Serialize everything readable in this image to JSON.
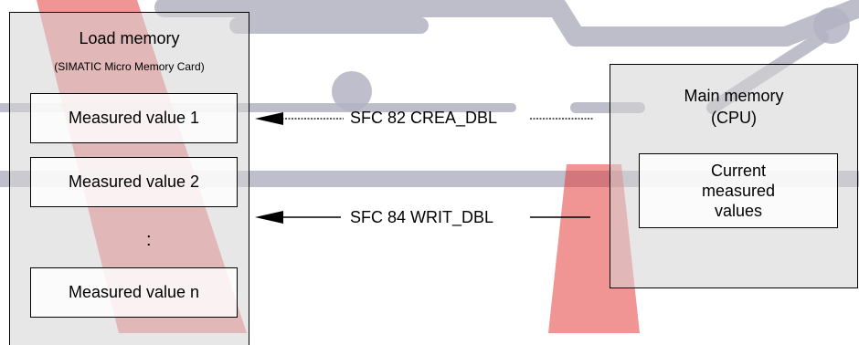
{
  "load_memory": {
    "title": "Load memory",
    "subtitle": "(SIMATIC Micro Memory Card)",
    "items": [
      {
        "label": "Measured value 1"
      },
      {
        "label": "Measured value 2"
      },
      {
        "label": "Measured value n"
      }
    ],
    "ellipsis": ":"
  },
  "main_memory": {
    "title_line1": "Main memory",
    "title_line2": "(CPU)",
    "current_line1": "Current",
    "current_line2": "measured",
    "current_line3": "values"
  },
  "transfers": [
    {
      "label": "SFC 82 CREA_DBL",
      "line_style": "dotted",
      "direction": "main-to-load"
    },
    {
      "label": "SFC 84 WRIT_DBL",
      "line_style": "solid",
      "direction": "main-to-load"
    }
  ],
  "colors": {
    "watermark_gray": "#b3b3c3",
    "watermark_red": "#e63d3d",
    "panel_fill": "#d4d4d4",
    "line": "#000000"
  }
}
